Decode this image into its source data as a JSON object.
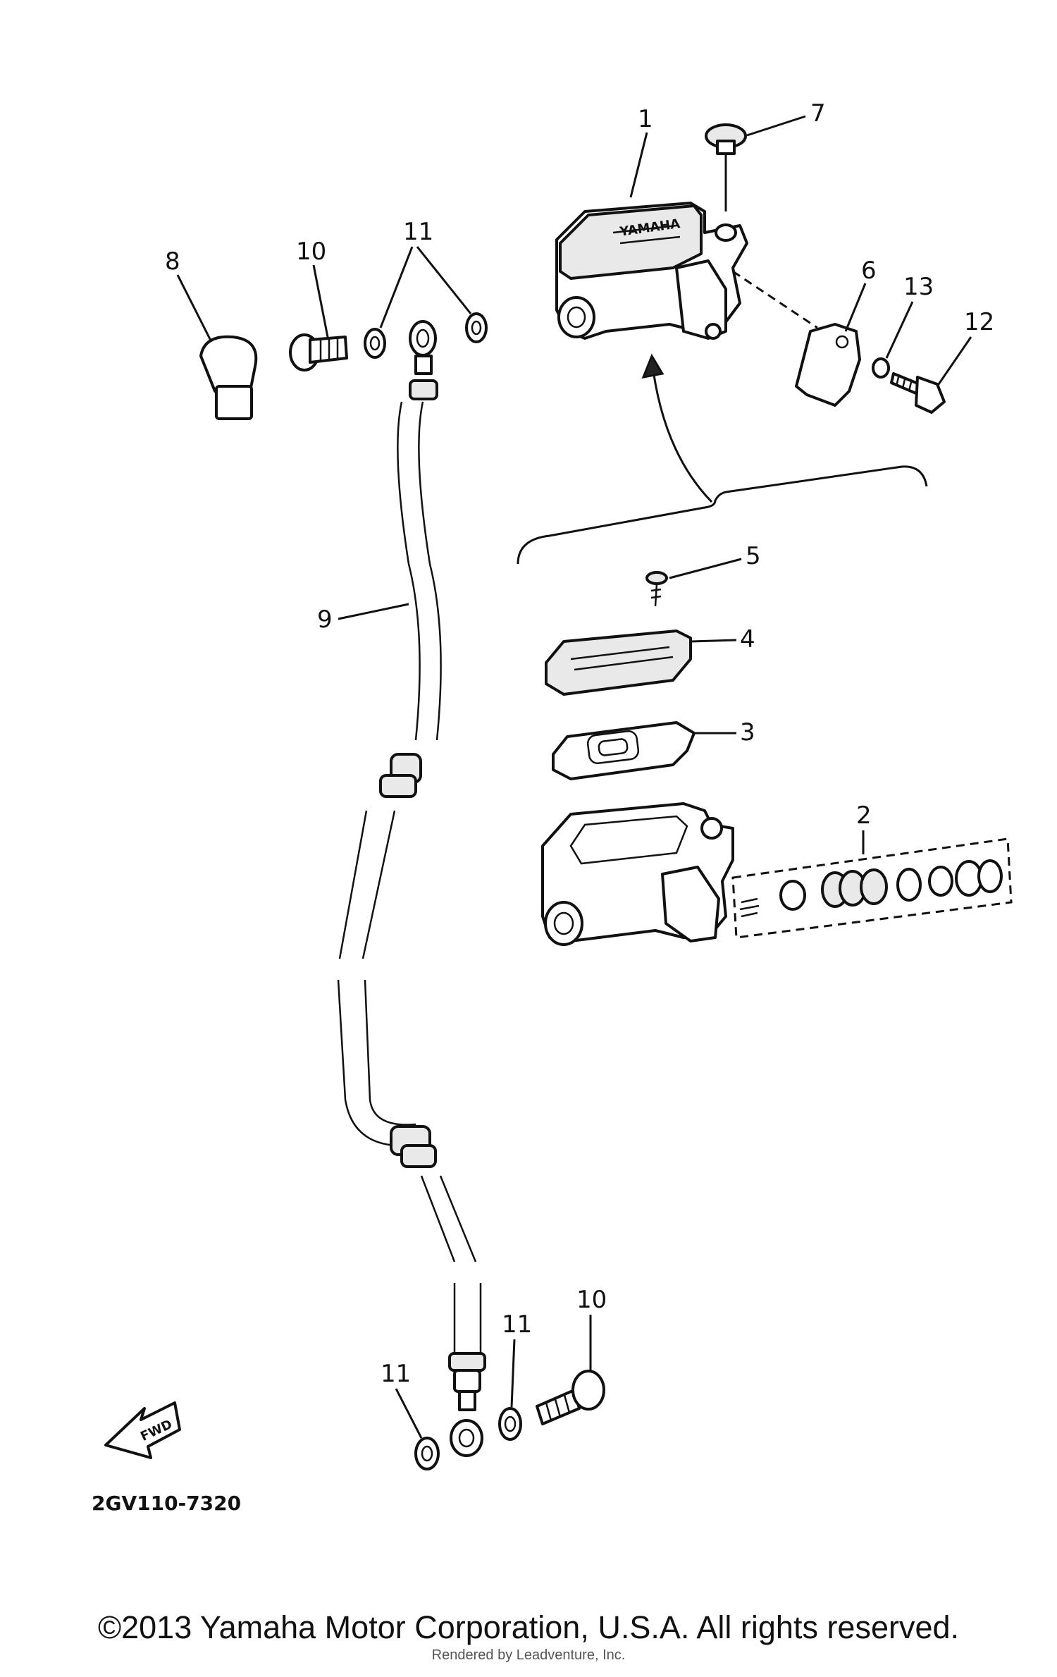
{
  "callouts": {
    "c1": "1",
    "c2": "2",
    "c3": "3",
    "c4": "4",
    "c5": "5",
    "c6": "6",
    "c7": "7",
    "c8": "8",
    "c9": "9",
    "c10_top": "10",
    "c11_top": "11",
    "c12": "12",
    "c13": "13",
    "c10_bottom": "10",
    "c11_bottom_left": "11",
    "c11_bottom_mid": "11"
  },
  "reservoir_brand": "YAMAHA",
  "fwd_label": "FWD",
  "diagram_code": "2GV110-7320",
  "copyright": "©2013 Yamaha Motor Corporation, U.S.A. All rights reserved.",
  "rendered_by": "Rendered by Leadventure, Inc."
}
